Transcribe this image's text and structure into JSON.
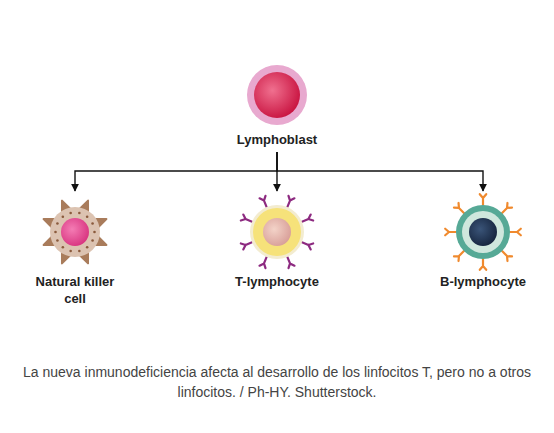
{
  "diagram": {
    "caption": "La nueva inmunodeficiencia afecta al desarrollo de los linfocitos T, pero no a otros linfocitos. / Ph-HY. Shutterstock.",
    "nodes": [
      {
        "text": [
          "Lymphoblast"
        ]
      },
      {
        "text": [
          "Natural killer cell"
        ]
      },
      {
        "text": [
          "T-lymphocyte"
        ]
      },
      {
        "text": [
          "B-lymphocyte"
        ]
      }
    ],
    "edges": [
      {
        "from": 0,
        "to": 1,
        "arrow": "to"
      },
      {
        "from": 0,
        "to": 2,
        "arrow": "to"
      },
      {
        "from": 0,
        "to": 3,
        "arrow": "to"
      }
    ]
  }
}
